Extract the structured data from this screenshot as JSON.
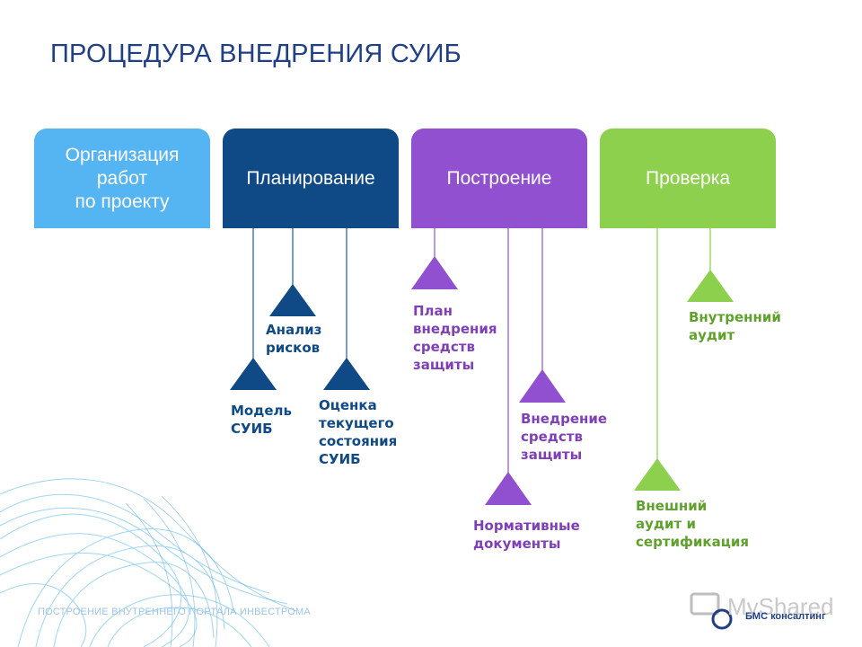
{
  "title": "ПРОЦЕДУРА ВНЕДРЕНИЯ СУИБ",
  "phases": [
    {
      "label": "Организация\nработ\nпо проекту",
      "color": "#55b4f2"
    },
    {
      "label": "Планирование",
      "color": "#0f4a86"
    },
    {
      "label": "Построение",
      "color": "#9150cf"
    },
    {
      "label": "Проверка",
      "color": "#8dd04d"
    }
  ],
  "items": [
    {
      "label": "Анализ\nрисков",
      "phase": "Планирование"
    },
    {
      "label": "Модель\nСУИБ",
      "phase": "Планирование"
    },
    {
      "label": "Оценка\nтекущего\nсостояния\nСУИБ",
      "phase": "Планирование"
    },
    {
      "label": "План\nвнедрения\nсредств\nзащиты",
      "phase": "Построение"
    },
    {
      "label": "Внедрение\nсредств\nзащиты",
      "phase": "Построение"
    },
    {
      "label": "Нормативные\nдокументы",
      "phase": "Построение"
    },
    {
      "label": "Внутренний\nаудит",
      "phase": "Проверка"
    },
    {
      "label": "Внешний\nаудит  и\nсертификация",
      "phase": "Проверка"
    }
  ],
  "footer": "ПОСТРОЕНИЕ ВНУТРЕННЕГО ПОРТАЛА ИНВЕСТРОМА",
  "watermark": {
    "brand": "MyShared",
    "sub": "БМС консалтинг"
  }
}
